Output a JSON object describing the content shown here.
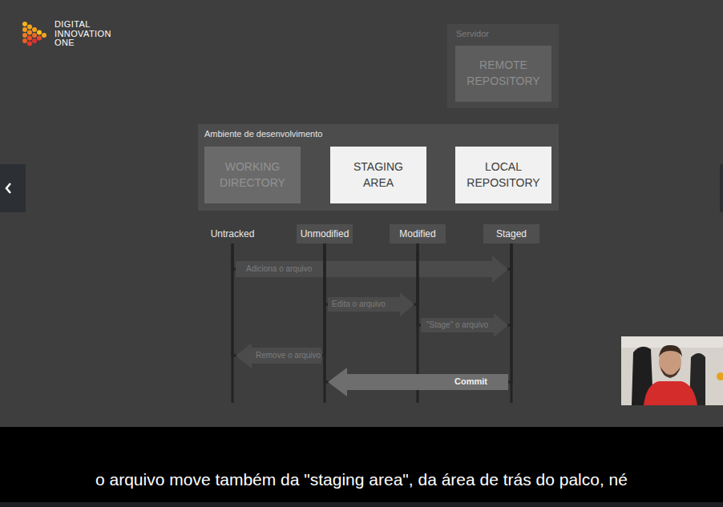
{
  "diagram": {
    "nodes": [
      {
        "text": [
          "Servidor"
        ]
      },
      {
        "text": [
          "REMOTE REPOSITORY"
        ],
        "in": 0
      },
      {
        "text": [
          "Ambiente de desenvolvimento"
        ]
      },
      {
        "text": [
          "WORKING DIRECTORY"
        ],
        "in": 2
      },
      {
        "text": [
          "STAGING AREA"
        ],
        "in": 2
      },
      {
        "text": [
          "LOCAL REPOSITORY"
        ],
        "in": 2
      },
      {
        "text": [
          "Untracked"
        ]
      },
      {
        "text": [
          "Unmodified"
        ]
      },
      {
        "text": [
          "Modified"
        ]
      },
      {
        "text": [
          "Staged"
        ]
      }
    ],
    "edges": [
      {
        "from": 6,
        "to": 9,
        "label": "Adiciona o arquivo",
        "arrow": "to"
      },
      {
        "from": 7,
        "to": 8,
        "label": "Edita o arquivo",
        "arrow": "to"
      },
      {
        "from": 8,
        "to": 9,
        "label": "\"Stage\" o arquivo",
        "arrow": "to"
      },
      {
        "from": 7,
        "to": 6,
        "label": "Remove o arquivo",
        "arrow": "to"
      },
      {
        "from": 9,
        "to": 7,
        "label": "Commit",
        "arrow": "to"
      }
    ],
    "labels": [
      "DIGITAL",
      "INNOVATION",
      "ONE",
      "o arquivo move também da \"staging area\", da área de trás do palco, né"
    ]
  }
}
